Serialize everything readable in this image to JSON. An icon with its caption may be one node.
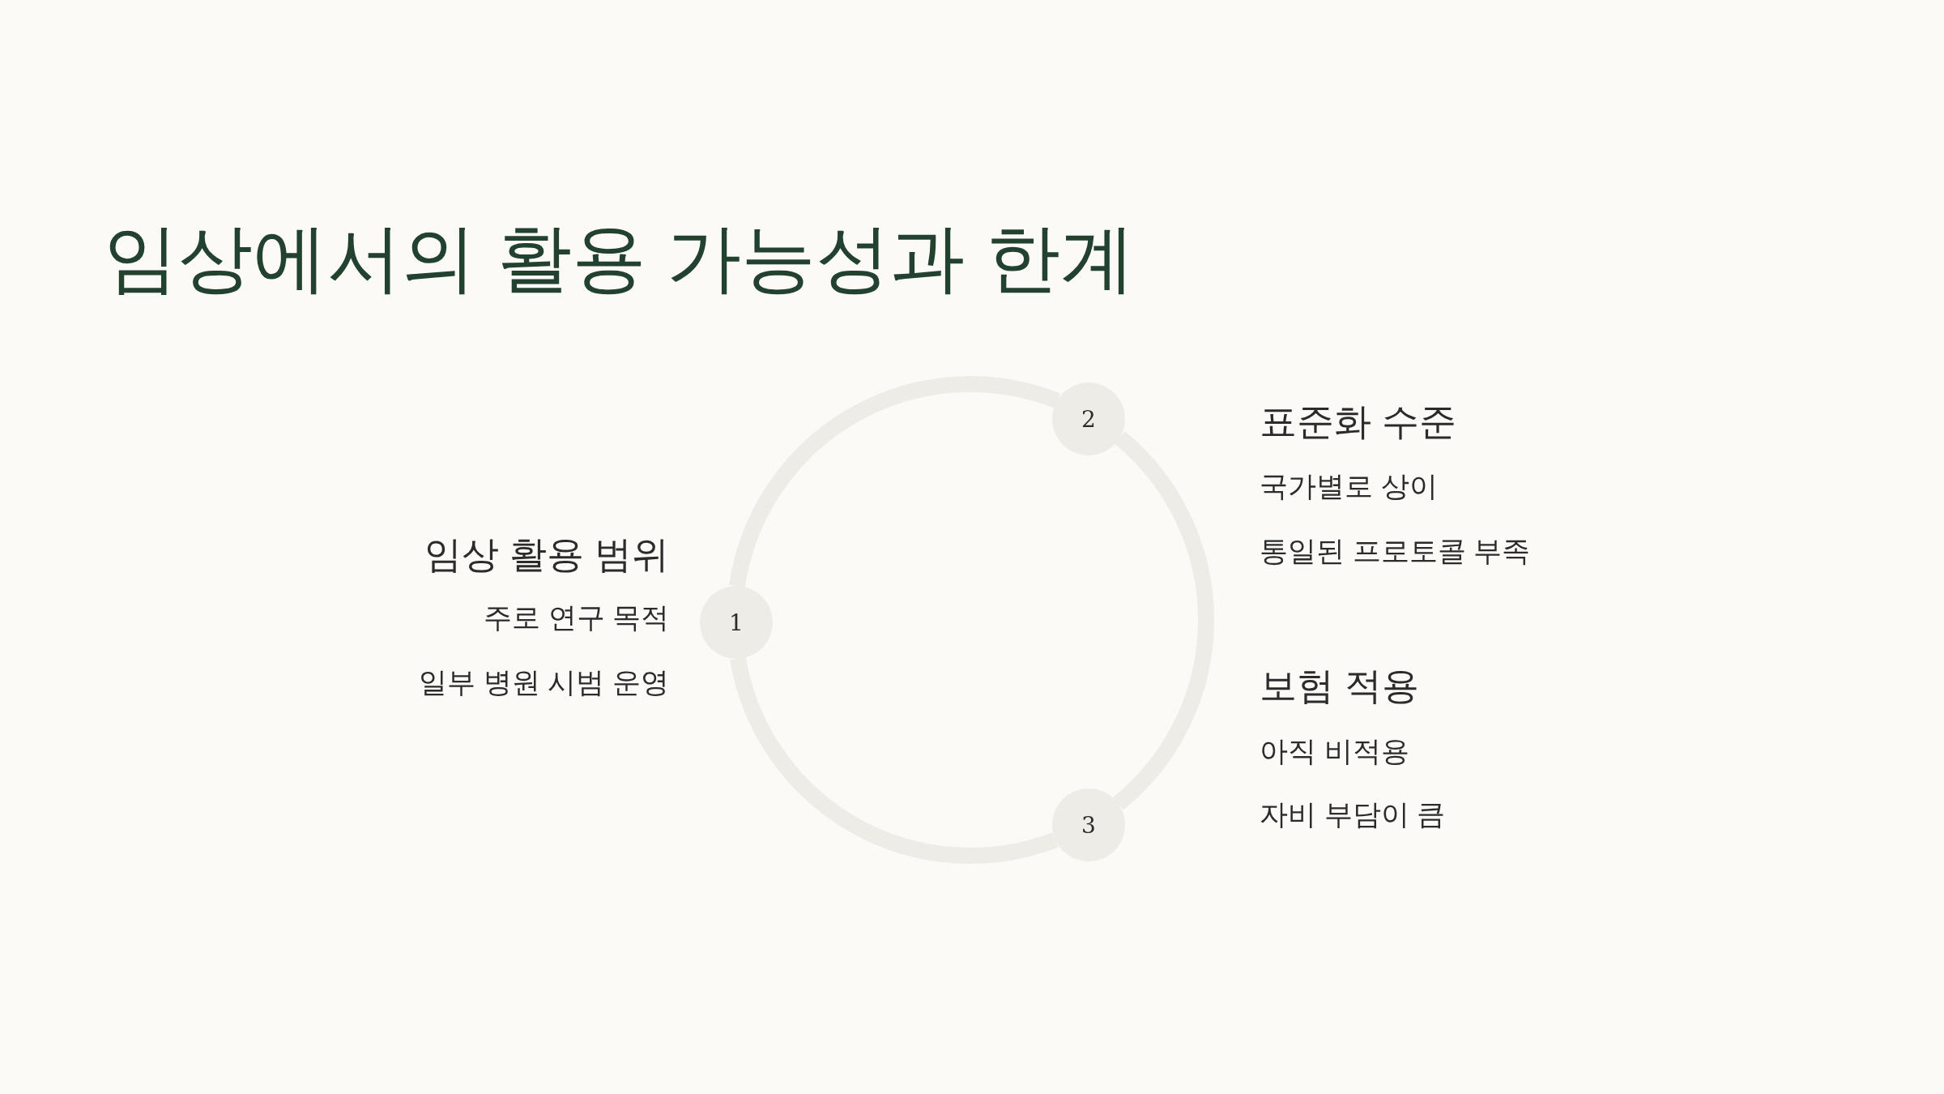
{
  "diagram": {
    "title": "임상에서의 활용 가능성과 한계",
    "nodes": [
      {
        "text": [
          "1"
        ],
        "beside": [
          "임상 활용 범위",
          "주로 연구 목적",
          "일부 병원 시범 운영"
        ]
      },
      {
        "text": [
          "2"
        ],
        "beside": [
          "표준화 수준",
          "국가별로 상이",
          "통일된 프로토콜 부족"
        ]
      },
      {
        "text": [
          "3"
        ],
        "beside": [
          "보험 적용",
          "아직 비적용",
          "자비 부담이 큼"
        ]
      }
    ],
    "edges": [
      {
        "from": 0,
        "to": 1,
        "arrow": "none"
      },
      {
        "from": 1,
        "to": 2,
        "arrow": "none"
      },
      {
        "from": 2,
        "to": 0,
        "arrow": "none"
      }
    ]
  }
}
